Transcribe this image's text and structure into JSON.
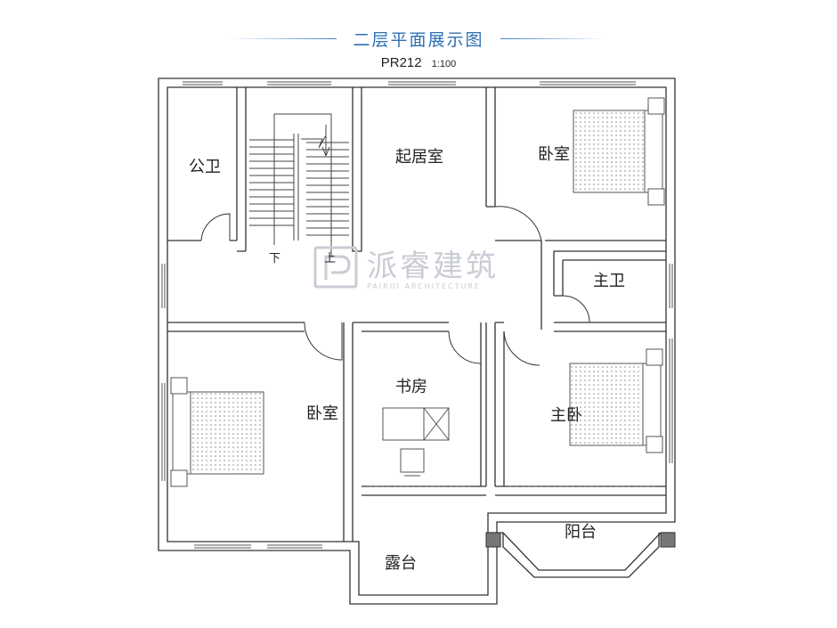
{
  "header": {
    "title": "二层平面展示图",
    "code": "PR212",
    "scale": "1:100",
    "accent_color": "#2f6fb3"
  },
  "rooms": {
    "public_bath": "公卫",
    "living": "起居室",
    "bedroom_ne": "卧室",
    "master_bath": "主卫",
    "bedroom_sw": "卧室",
    "study": "书房",
    "master_bedroom": "主卧",
    "balcony": "阳台",
    "terrace": "露台"
  },
  "stairs": {
    "down": "下",
    "up": "上"
  },
  "watermark": {
    "name": "派睿建筑",
    "sub": "PAIRUI ARCHITECTURE",
    "logo_icon": "pr-logo-icon"
  }
}
